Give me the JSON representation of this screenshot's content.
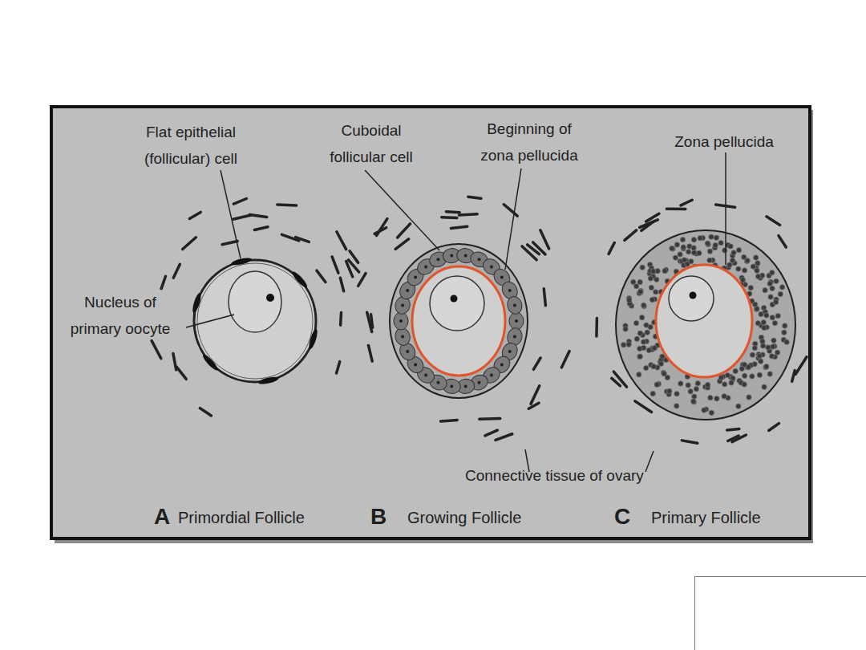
{
  "diagram": {
    "labels": [
      "Flat epithelial (follicular) cell",
      "Nucleus of primary oocyte",
      "Cuboidal follicular cell",
      "Beginning of zona pellucida",
      "Zona pellucida",
      "Connective tissue of ovary",
      "A",
      "Primordial Follicle",
      "B",
      "Growing Follicle",
      "C",
      "Primary Follicle"
    ]
  }
}
